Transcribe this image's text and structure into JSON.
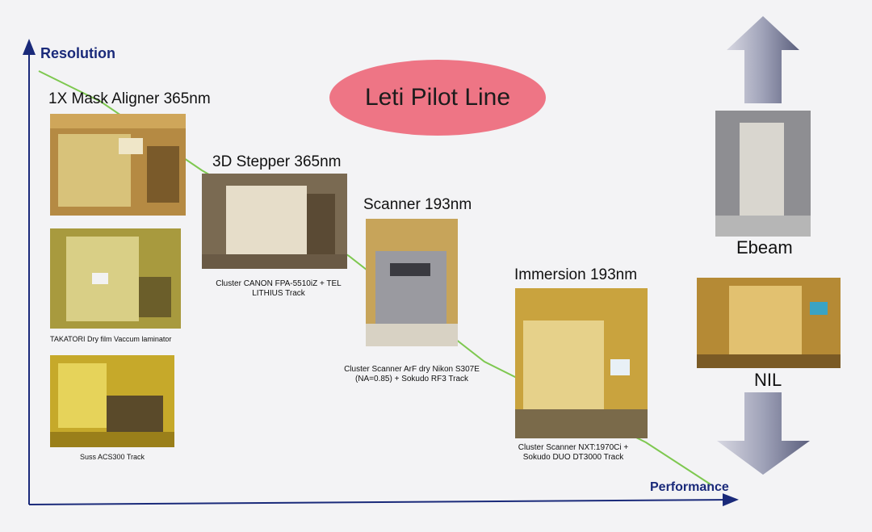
{
  "title": "Leti Pilot Line",
  "axes": {
    "y_label": "Resolution",
    "x_label": "Performance"
  },
  "tools": [
    {
      "heading": "1X Mask Aligner 365nm"
    },
    {
      "heading": "3D Stepper 365nm",
      "caption": "Cluster CANON FPA-5510iZ + TEL LITHIUS Track"
    },
    {
      "heading": "Scanner 193nm",
      "caption": "Cluster Scanner ArF dry Nikon S307E (NA=0.85) + Sokudo RF3 Track"
    },
    {
      "heading": "Immersion 193nm",
      "caption": "Cluster Scanner NXT:1970Ci + Sokudo DUO DT3000 Track"
    }
  ],
  "side_tools": [
    {
      "caption": "TAKATORI Dry film Vaccum laminator"
    },
    {
      "caption": "Suss ACS300 Track"
    }
  ],
  "future": {
    "up_label": "Ebeam",
    "down_label": "NIL"
  },
  "colors": {
    "axis": "#1a2a7a",
    "trend_line": "#7ec850",
    "ellipse": "#ee7585",
    "arrow": "#8c8fa6"
  }
}
